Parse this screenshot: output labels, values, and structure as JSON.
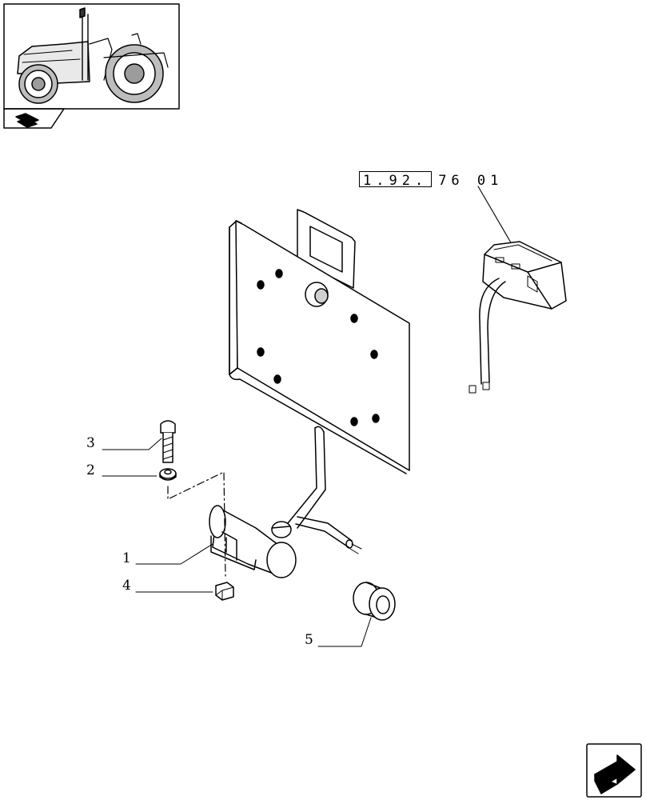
{
  "reference": {
    "boxed": "1.92.",
    "rest": "76 01"
  },
  "callouts": [
    {
      "id": "3",
      "label": "3"
    },
    {
      "id": "2",
      "label": "2"
    },
    {
      "id": "1",
      "label": "1"
    },
    {
      "id": "4",
      "label": "4"
    },
    {
      "id": "5",
      "label": "5"
    }
  ],
  "icons": {
    "thumbnail": "tractor-thumbnail",
    "section": "section-marker-icon",
    "nav": "next-page-arrow-icon"
  }
}
